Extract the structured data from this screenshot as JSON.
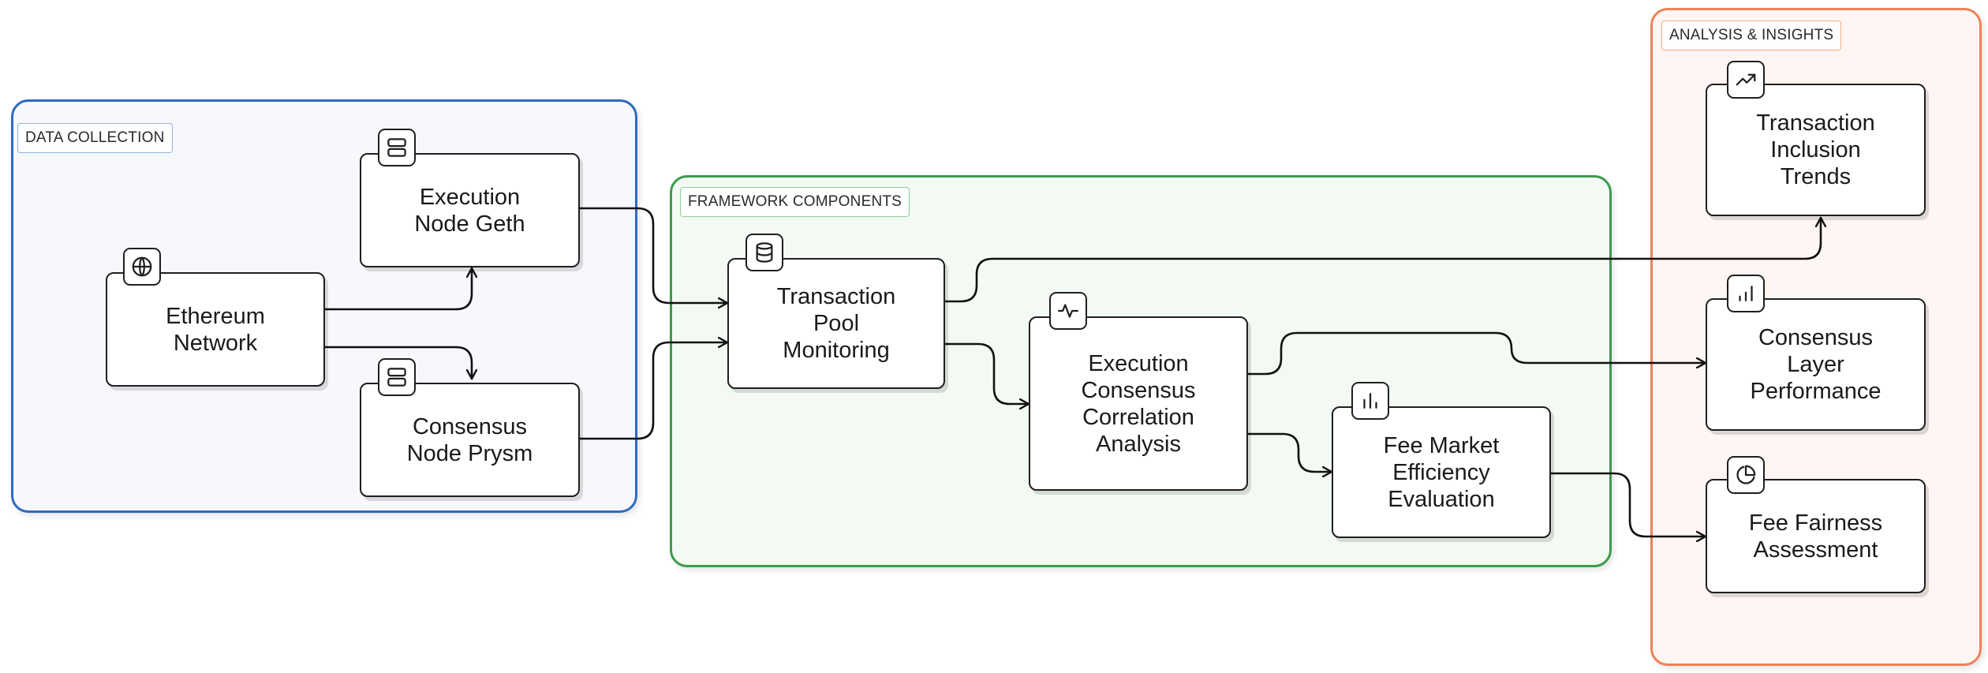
{
  "groups": {
    "data_collection": "DATA COLLECTION",
    "framework_components": "FRAMEWORK COMPONENTS",
    "analysis_insights": "ANALYSIS & INSIGHTS"
  },
  "nodes": {
    "ethereum_network": "Ethereum\nNetwork",
    "execution_node": "Execution\nNode Geth",
    "consensus_node": "Consensus\nNode Prysm",
    "tx_pool_monitoring": "Transaction\nPool\nMonitoring",
    "exec_consensus_correlation": "Execution\nConsensus\nCorrelation\nAnalysis",
    "fee_market_efficiency": "Fee Market\nEfficiency\nEvaluation",
    "tx_inclusion_trends": "Transaction\nInclusion\nTrends",
    "consensus_layer_performance": "Consensus\nLayer\nPerformance",
    "fee_fairness_assessment": "Fee Fairness\nAssessment"
  },
  "icons": {
    "ethereum_network": "globe-icon",
    "execution_node": "server-icon",
    "consensus_node": "server-icon",
    "tx_pool_monitoring": "database-icon",
    "exec_consensus_correlation": "activity-icon",
    "fee_market_efficiency": "bar-chart-icon",
    "tx_inclusion_trends": "trending-up-icon",
    "consensus_layer_performance": "bar-chart-icon",
    "fee_fairness_assessment": "pie-chart-icon"
  },
  "colors": {
    "data_collection": "#2f6bbd",
    "framework_components": "#3d9a4d",
    "analysis_insights": "#ee8256"
  }
}
